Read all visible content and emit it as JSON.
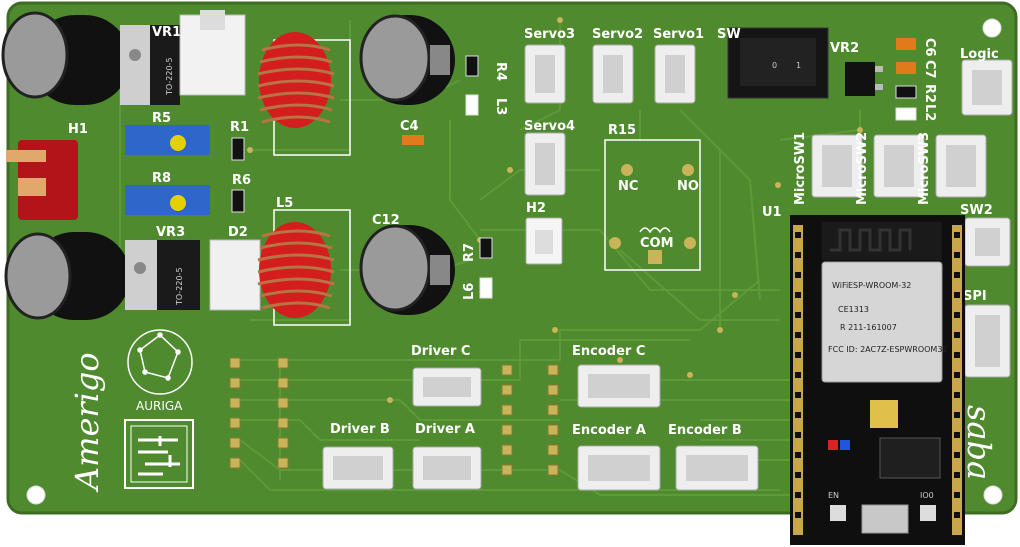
{
  "board": {
    "brand": "Amerigo",
    "brand2": "saba",
    "logo_text": "AURIGA",
    "colors": {
      "pcb": "#4f8a2e",
      "pcb_edge": "#3c6d22",
      "trace": "#5c9b38",
      "silk": "#ffffff"
    }
  },
  "labels": {
    "vr1": "VR1",
    "vr2": "VR2",
    "vr3": "VR3",
    "d2": "D2",
    "l5": "L5",
    "l3": "L3",
    "l2": "L2",
    "l6": "L6",
    "h1": "H1",
    "h2": "H2",
    "r1": "R1",
    "r2": "R2",
    "r4": "R4",
    "r5": "R5",
    "r6": "R6",
    "r7": "R7",
    "r8": "R8",
    "r15": "R15",
    "c4": "C4",
    "c6": "C6",
    "c7": "C7",
    "c12": "C12",
    "servo1": "Servo1",
    "servo2": "Servo2",
    "servo3": "Servo3",
    "servo4": "Servo4",
    "sw1": "SW",
    "sw2": "SW2",
    "logic": "Logic",
    "spi": "SPI",
    "u1": "U1",
    "microsw1": "MicroSW1",
    "microsw2": "MicroSW2",
    "microsw3": "MicroSW3",
    "nc": "NC",
    "no": "NO",
    "com": "COM",
    "driver_a": "Driver A",
    "driver_b": "Driver B",
    "driver_c": "Driver C",
    "encoder_a": "Encoder A",
    "encoder_b": "Encoder B",
    "encoder_c": "Encoder C",
    "to220": "TO-220-5",
    "switch_0": "0",
    "switch_1": "1",
    "en": "EN",
    "io0": "IO0"
  },
  "module": {
    "name": "ESP-WROOM-32",
    "cert": "CE1313",
    "reg": "R 211-161007",
    "fcc": "FCC ID: 2AC7Z-ESPWROOM32",
    "wifi": "WiFi"
  }
}
